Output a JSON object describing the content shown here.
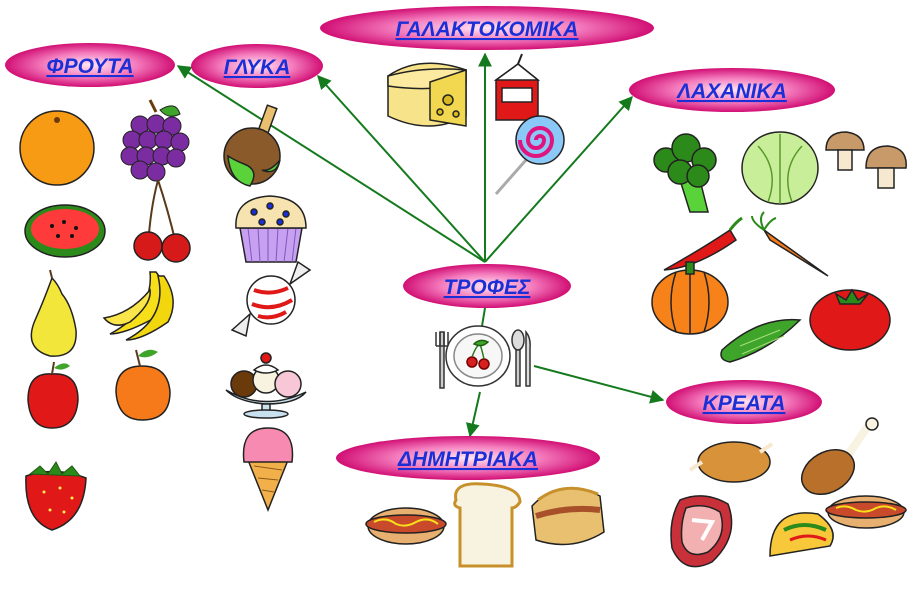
{
  "nodes": {
    "center": "ΤΡΟΦΕΣ",
    "fruits": "ΦΡΟΥΤΑ",
    "sweets": "ΓΛΥΚΑ",
    "dairy": "ΓΑΛΑΚΤΟΚΟΜΙΚΑ",
    "vegetables": "ΛΑΧΑΝΙΚΑ",
    "meat": "ΚΡΕΑΤΑ",
    "cereals": "ΔΗΜΗΤΡΙΑΚΑ"
  },
  "colors": {
    "node_fill": "#e0147e",
    "node_text": "#1a2fd6",
    "arrow": "#157a1e"
  }
}
